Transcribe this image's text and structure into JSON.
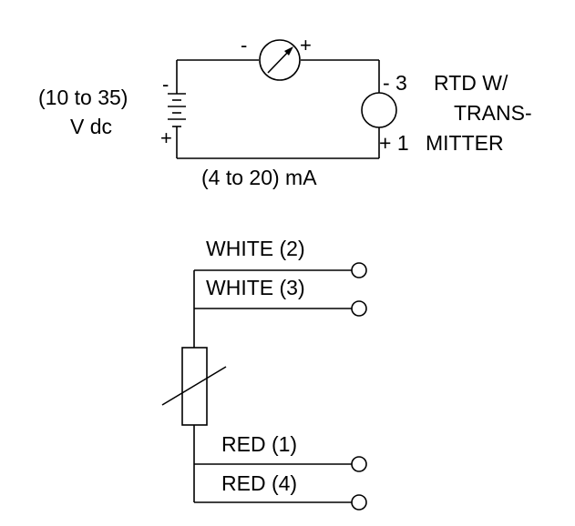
{
  "circuit": {
    "supply_label_line1": "(10 to 35)",
    "supply_label_line2": "V dc",
    "supply_minus": "-",
    "supply_plus": "+",
    "meter_minus": "-",
    "meter_plus": "+",
    "current_label": "(4 to 20) mA",
    "terminal_3_label": "- 3",
    "terminal_1_label": "+ 1",
    "device_label_line1": "RTD W/",
    "device_label_line2": "TRANS-",
    "device_label_line3": "MITTER"
  },
  "rtd": {
    "leads": [
      {
        "label": "WHITE (2)"
      },
      {
        "label": "WHITE (3)"
      },
      {
        "label": "RED (1)"
      },
      {
        "label": "RED (4)"
      }
    ]
  }
}
